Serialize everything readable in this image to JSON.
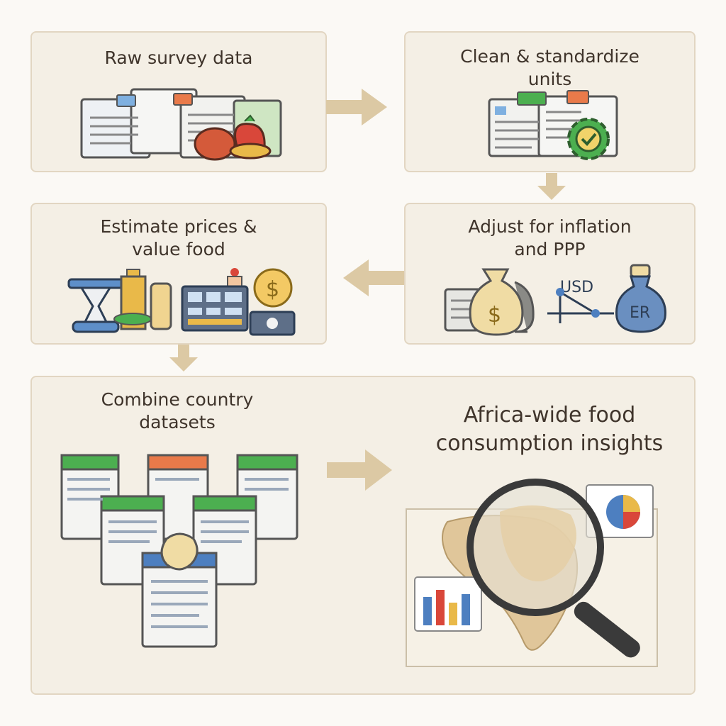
{
  "steps": {
    "raw": {
      "title": "Raw survey data"
    },
    "clean": {
      "title": "Clean & standardize\nunits"
    },
    "adjust": {
      "title": "Adjust for inflation\nand PPP",
      "usd_label": "USD",
      "er_label": "ER"
    },
    "estimate": {
      "title": "Estimate prices &\nvalue food"
    },
    "combine": {
      "title": "Combine country\ndatasets"
    },
    "insights": {
      "title": "Africa-wide food\nconsumption insights"
    }
  },
  "colors": {
    "box_bg": "#f4efe5",
    "box_border": "#e2d6c2",
    "arrow": "#dcc9a4",
    "text": "#3f342b",
    "green": "#4caf50",
    "red": "#d9473a",
    "blue": "#4d7fc0",
    "gold": "#e9b949"
  },
  "icons": [
    "document-stack-icon",
    "tomato-icon",
    "gear-check-icon",
    "money-bag-icon",
    "currency-exchange-icon",
    "scale-icon",
    "jar-icon",
    "price-board-icon",
    "dollar-coin-icon",
    "spreadsheet-icon",
    "magnifier-icon",
    "africa-map-icon",
    "bar-chart-icon"
  ]
}
